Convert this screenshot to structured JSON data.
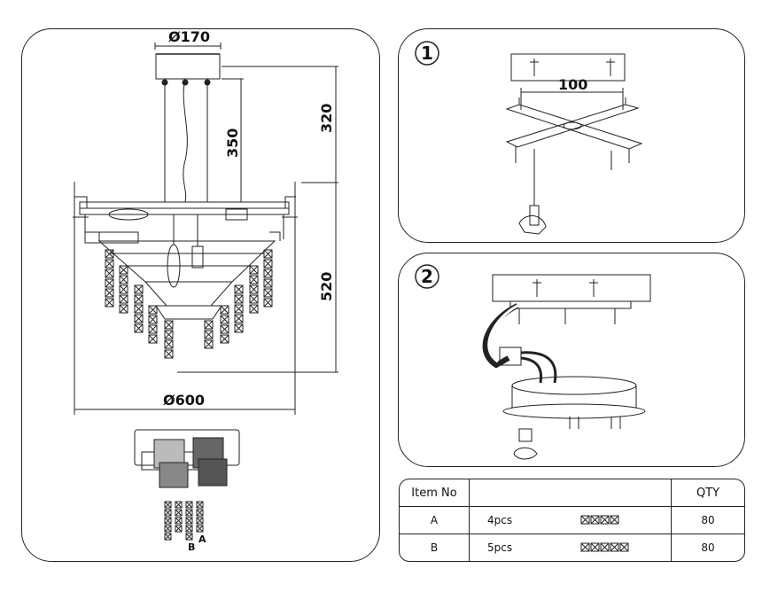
{
  "dimensions": {
    "canopy_diameter": "Ø170",
    "height_rod": "350",
    "height_total_hang": "320",
    "height_body": "520",
    "body_diameter": "Ø600",
    "bracket_spacing": "100"
  },
  "detail_labels": {
    "a": "A",
    "b": "B"
  },
  "steps": [
    {
      "number": "1"
    },
    {
      "number": "2"
    }
  ],
  "parts_table": {
    "headers": {
      "item": "Item No",
      "desc": "",
      "qty": "QTY"
    },
    "rows": [
      {
        "item": "A",
        "count": "4pcs",
        "qty": "80"
      },
      {
        "item": "B",
        "count": "5pcs",
        "qty": "80"
      }
    ]
  },
  "colors": {
    "line": "#222222",
    "background": "#ffffff"
  }
}
